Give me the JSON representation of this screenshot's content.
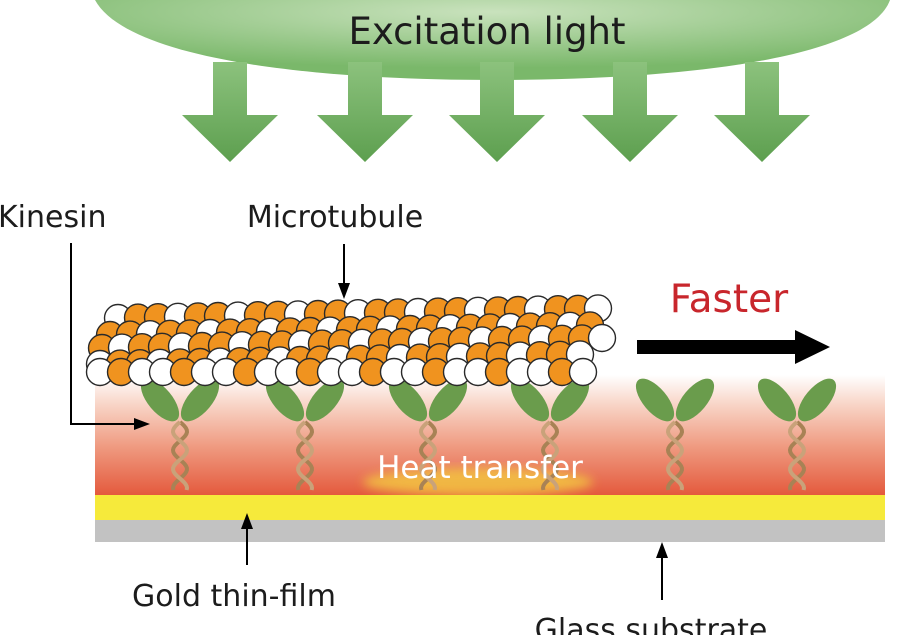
{
  "labels": {
    "excitation_light": "Excitation light",
    "kinesin": "Kinesin",
    "microtubule": "Microtubule",
    "faster": "Faster",
    "heat_transfer": "Heat transfer",
    "gold_thin_film": "Gold thin-film",
    "glass_substrate": "Glass substrate"
  },
  "colors": {
    "light_green": "#6fae60",
    "kinesin_green": "#6a9c4c",
    "stalk_brown": "#b08a60",
    "heat_red": "#e8674a",
    "gold_yellow": "#f6ea3b",
    "glass_gray": "#c2c2c2",
    "tubulin_orange": "#f0931f",
    "tubulin_white": "#ffffff",
    "faster_red": "#c8262c",
    "text_dark": "#1c1c1c"
  }
}
